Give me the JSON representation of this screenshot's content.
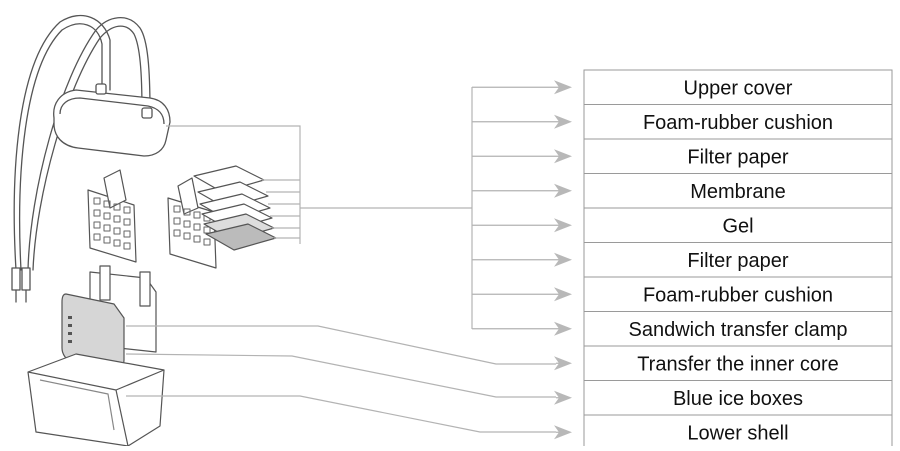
{
  "components": [
    "Upper cover",
    "Foam-rubber cushion",
    "Filter paper",
    "Membrane",
    "Gel",
    "Filter paper",
    "Foam-rubber cushion",
    "Sandwich transfer clamp",
    "Transfer the inner core",
    "Blue ice boxes",
    "Lower shell"
  ],
  "colors": {
    "line": "#b3b3b3",
    "arrow": "#b8b8b8",
    "box_border": "#9a9a9a",
    "label_text": "#111111",
    "drawing": "#555555"
  }
}
